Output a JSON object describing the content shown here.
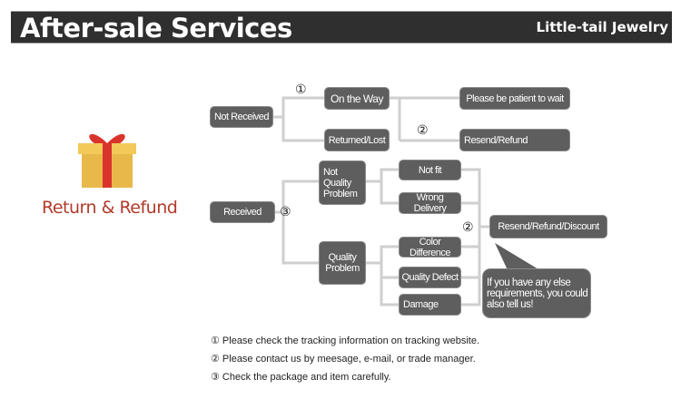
{
  "header": {
    "title": "After-sale Services",
    "brand": "Little-tail Jewelry"
  },
  "left": {
    "label": "Return & Refund",
    "icon": "gift-box-icon"
  },
  "nodes": {
    "not_received": "Not Received",
    "on_the_way": "On the Way",
    "returned_lost": "Returned/Lost",
    "patient": "Please be patient to wait",
    "resend_refund": "Resend/Refund",
    "received": "Received",
    "not_quality": "Not Quality Problem",
    "quality": "Quality Problem",
    "not_fit": "Not fit",
    "wrong_delivery": "Wrong Delivery",
    "color_diff": "Color Difference",
    "quality_defect": "Quality Defect",
    "damage": "Damage",
    "resend_refund_discount": "Resend/Refund/Discount",
    "callout": "If you have any else requirements, you could also tell us!"
  },
  "markers": {
    "one": "①",
    "two": "②",
    "three": "③"
  },
  "notes": [
    "① Please check the tracking information on tracking website.",
    "② Please contact us by meesage, e-mail, or trade manager.",
    "③ Check the package and item carefully."
  ]
}
